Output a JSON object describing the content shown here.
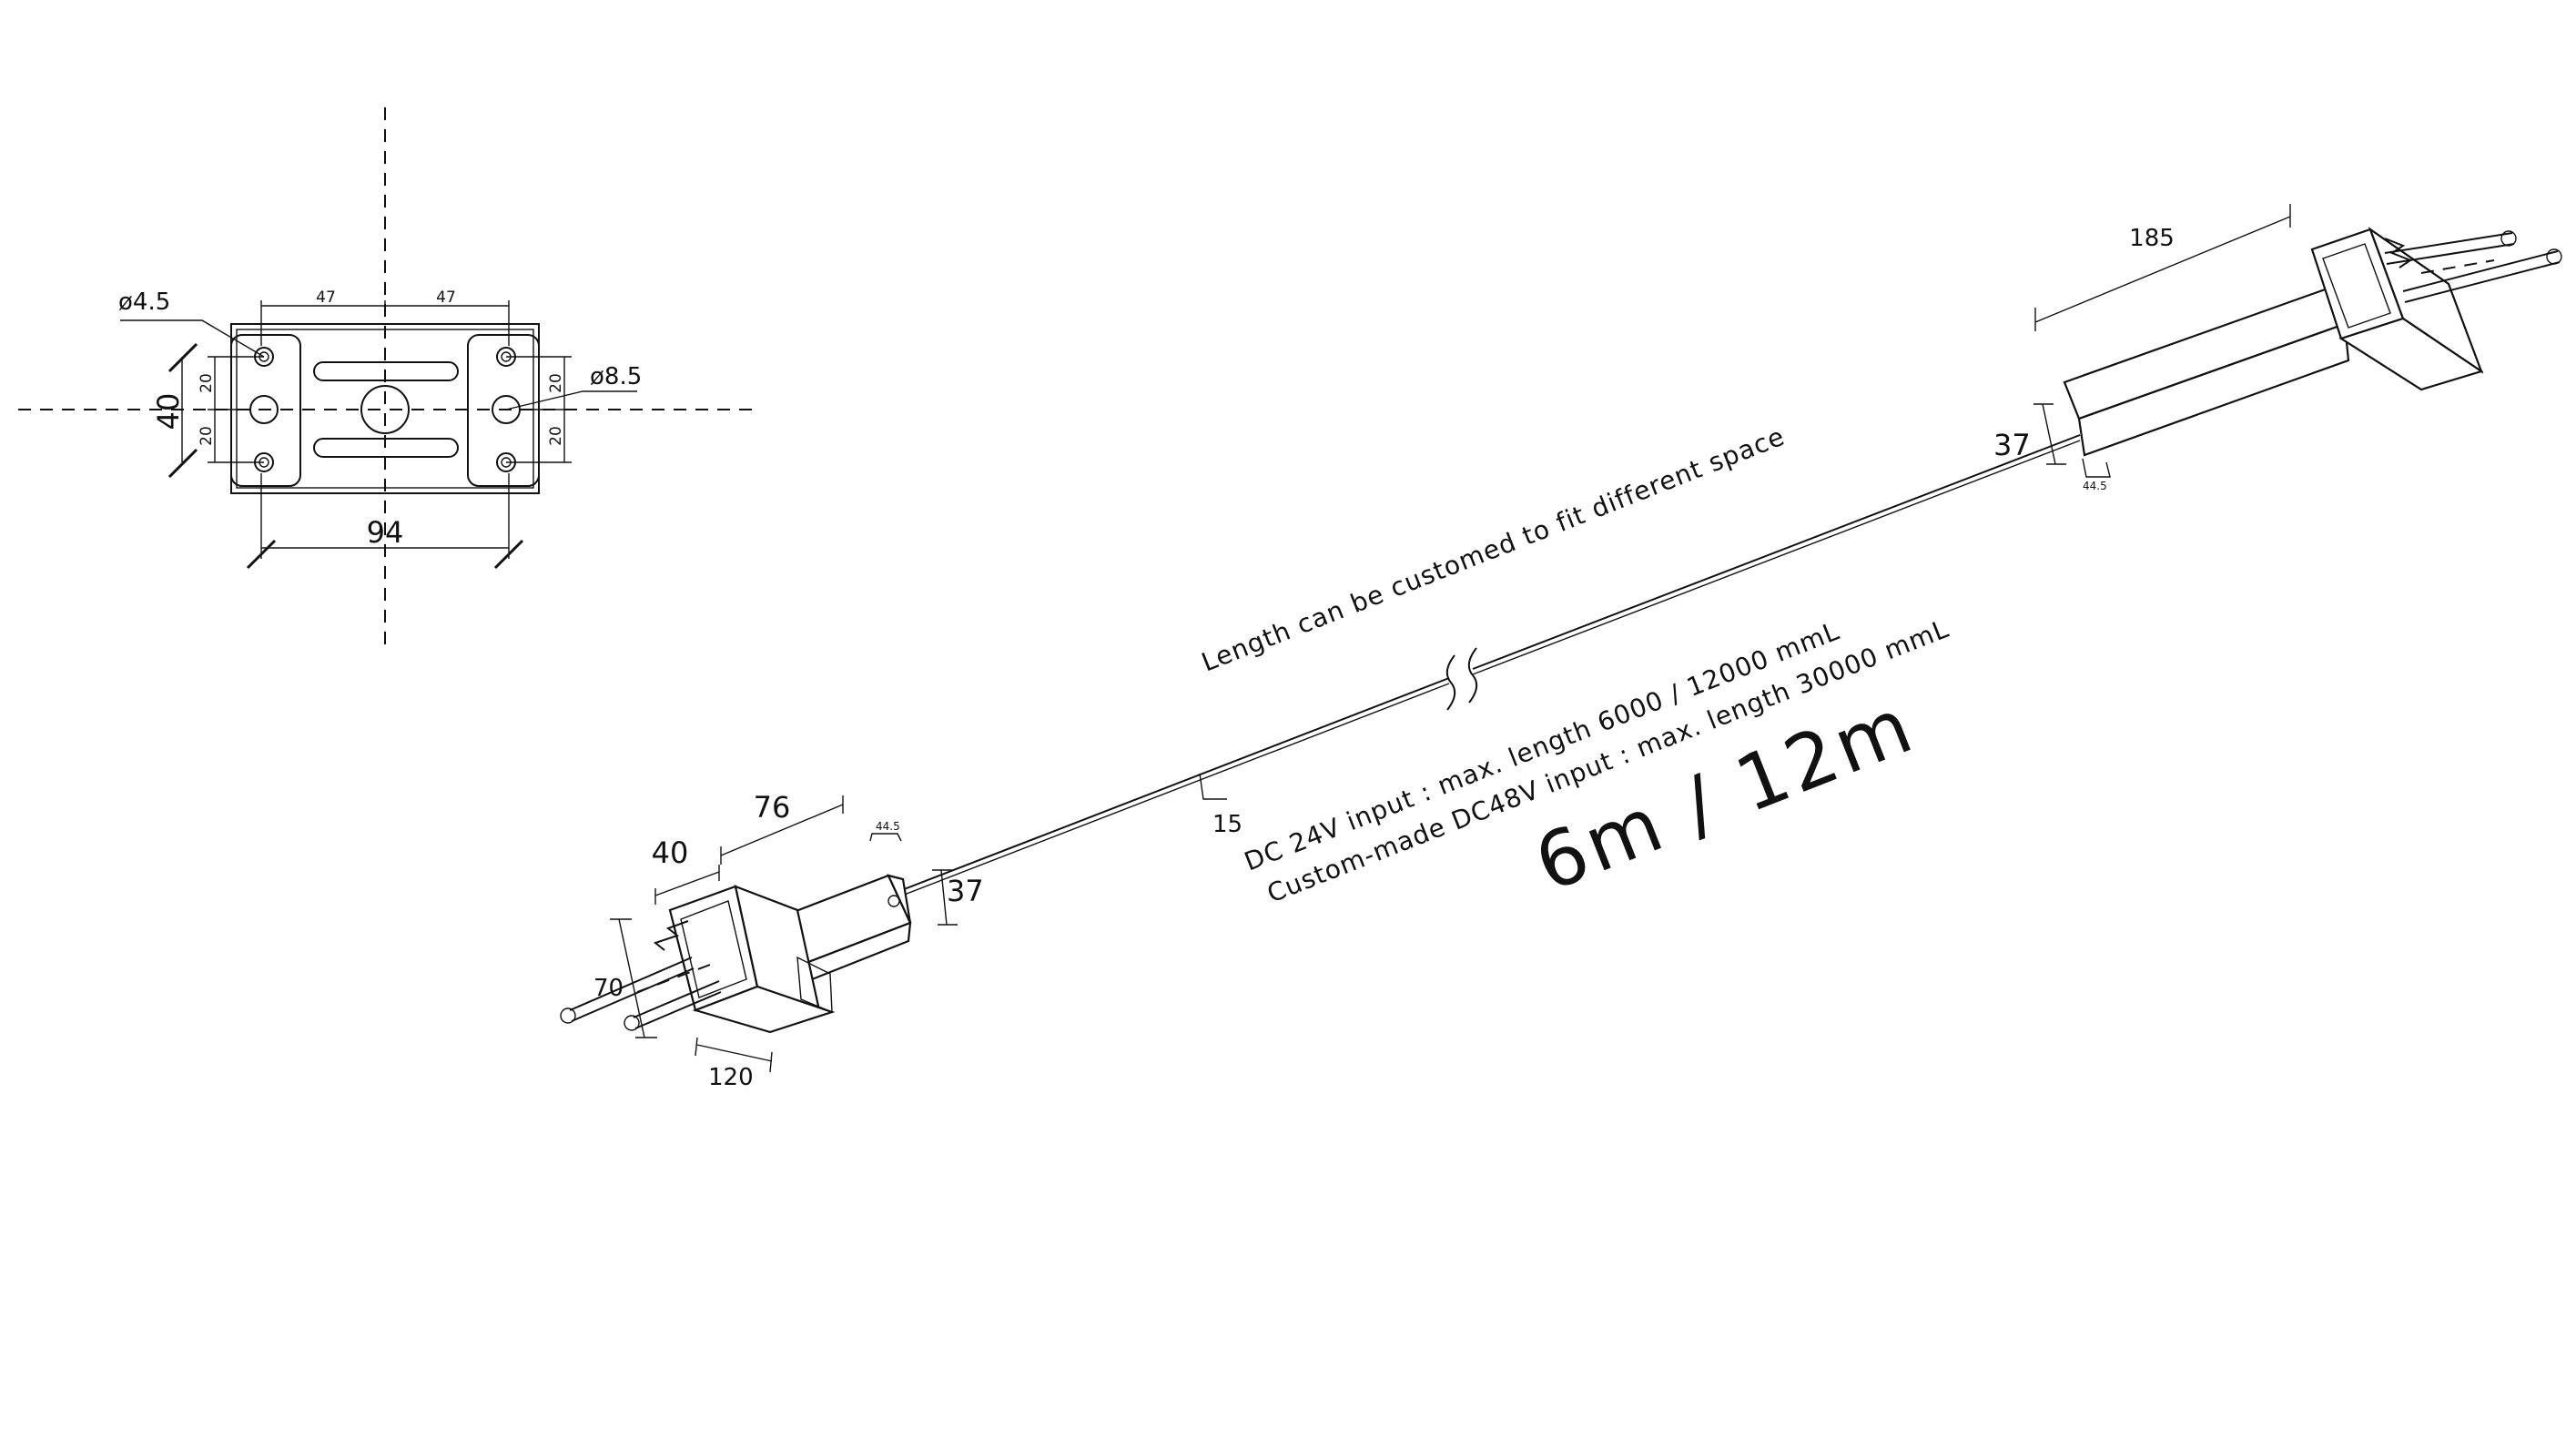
{
  "plan_view": {
    "dim_47_left": "47",
    "dim_47_right": "47",
    "dim_phi_small": "ø4.5",
    "dim_phi_large": "ø8.5",
    "dim_40": "40",
    "dim_20_a": "20",
    "dim_20_b": "20",
    "dim_20_c": "20",
    "dim_20_d": "20",
    "dim_94": "94"
  },
  "right_unit": {
    "dim_185": "185",
    "dim_37": "37",
    "dim_44_5": "44.5"
  },
  "left_unit": {
    "dim_40": "40",
    "dim_76": "76",
    "dim_44_5": "44.5",
    "dim_37": "37",
    "dim_70": "70",
    "dim_120": "120"
  },
  "cable": {
    "dim_15": "15"
  },
  "notes": {
    "length_custom": "Length can be customed to fit different space",
    "dc24": "DC 24V input : max. length 6000  /  12000  mmL",
    "dc48": "Custom-made DC48V input : max. length 30000  mmL",
    "length_big": "6m / 12m"
  }
}
